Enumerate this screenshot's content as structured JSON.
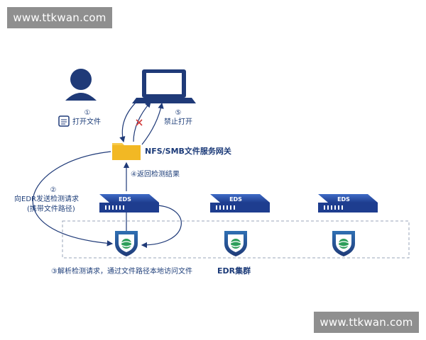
{
  "watermark": {
    "text": "www.ttkwan.com"
  },
  "diagram": {
    "step1": {
      "number": "①",
      "text": "打开文件"
    },
    "step2": {
      "number": "②",
      "line1": "向EDR发送检测请求",
      "line2": "(携带文件路径)"
    },
    "step3": {
      "text": "③解析检测请求，通过文件路径本地访问文件"
    },
    "step4": {
      "text": "④返回检测结果"
    },
    "step5": {
      "number": "⑤",
      "text": "禁止打开"
    },
    "gateway_label": "NFS/SMB文件服务网关",
    "cluster_label": "EDR集群",
    "eds_labels": [
      "EDS",
      "EDS",
      "EDS"
    ]
  },
  "colors": {
    "primary": "#1f3a78",
    "device": "#1e3d8f",
    "folder": "#f7c948",
    "shield_green": "#2e9e5a",
    "cross": "#d23a3a",
    "dashed_border": "#9aa6b8"
  },
  "icons": [
    "user-icon",
    "laptop-icon",
    "folder-icon",
    "file-icon",
    "eds-device-icon",
    "edr-shield-icon",
    "cross-icon"
  ]
}
